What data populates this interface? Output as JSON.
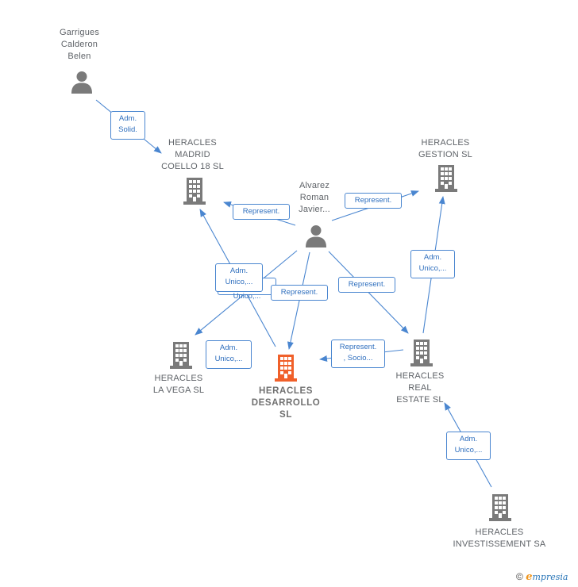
{
  "nodes": {
    "garrigues": {
      "label": "Garrigues\nCalderon\nBelen",
      "icon": "person-icon"
    },
    "alvarez": {
      "label": "Alvarez\nRoman\nJavier...",
      "icon": "person-icon"
    },
    "madrid": {
      "label": "HERACLES\nMADRID\nCOELLO 18  SL",
      "icon": "building-icon"
    },
    "gestion": {
      "label": "HERACLES\nGESTION  SL",
      "icon": "building-icon"
    },
    "lavega": {
      "label": "HERACLES\nLA VEGA  SL",
      "icon": "building-icon"
    },
    "desarrollo": {
      "label": "HERACLES\nDESARROLLO\nSL",
      "icon": "building-icon",
      "color": "#f0602a"
    },
    "realestate": {
      "label": "HERACLES\nREAL\nESTATE  SL",
      "icon": "building-icon"
    },
    "investissement": {
      "label": "HERACLES\nINVESTISSEMENT SA",
      "icon": "building-icon"
    }
  },
  "edge_labels": {
    "garrigues_madrid": "Adm.\nSolid.",
    "alvarez_madrid": "Represent.",
    "alvarez_gestion": "Represent.",
    "alvarez_lavega_back": "Adm.\nUnico,...",
    "alvarez_lavega": "Adm.\nUnico,...",
    "alvarez_desarrollo": "Represent.",
    "alvarez_realestate": "Represent.",
    "realestate_gestion": "Adm.\nUnico,...",
    "realestate_desarrollo": "Represent.\n, Socio...",
    "desarrollo_lavega": "Adm.\nUnico,...",
    "investissement_realestate": "Adm.\nUnico,..."
  },
  "colors": {
    "edge": "#4a86d0",
    "icon": "#7a7a7a",
    "focus": "#f0602a"
  },
  "credit": {
    "copyright": "©",
    "brand_first": "e",
    "brand_rest": "mpresia"
  }
}
